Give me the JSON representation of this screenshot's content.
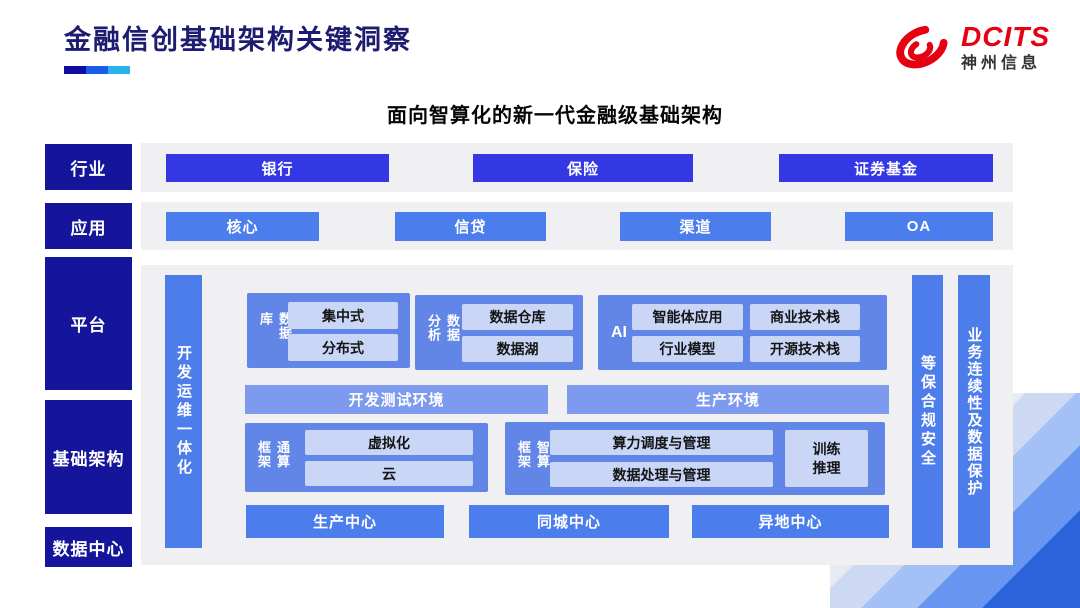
{
  "header": {
    "title": "金融信创基础架构关键洞察",
    "logo": {
      "brand": "DCITS",
      "company": "神州信息"
    }
  },
  "subtitle": "面向智算化的新一代金融级基础架构",
  "rows": {
    "industry": {
      "label": "行业",
      "items": [
        "银行",
        "保险",
        "证券基金"
      ]
    },
    "application": {
      "label": "应用",
      "items": [
        "核心",
        "信贷",
        "渠道",
        "OA"
      ]
    }
  },
  "side": {
    "platform": "平台",
    "infrastructure": "基础架构",
    "datacenter": "数据中心"
  },
  "platform": {
    "devops_bar": "开发运维一体化",
    "security_bar": "等保合规安全",
    "continuity_bar": "业务连续性及数据保护",
    "database": {
      "label": "数据库",
      "items": [
        "集中式",
        "分布式"
      ]
    },
    "analytics": {
      "label": "数据分析",
      "items": [
        "数据仓库",
        "数据湖"
      ]
    },
    "ai": {
      "label": "AI",
      "items": [
        "智能体应用",
        "商业技术栈",
        "行业模型",
        "开源技术栈"
      ]
    },
    "environments": [
      "开发测试环境",
      "生产环境"
    ],
    "general_compute": {
      "label": "通算框架",
      "items": [
        "虚拟化",
        "云"
      ]
    },
    "intelligent_compute": {
      "label": "智算框架",
      "items": [
        "算力调度与管理",
        "数据处理与管理"
      ],
      "side_chip_lines": [
        "训练",
        "推理"
      ]
    },
    "centers": [
      "生产中心",
      "同城中心",
      "异地中心"
    ]
  },
  "colors": {
    "title_navy": "#1E1C70",
    "label_navy": "#15159B",
    "industry_blue": "#3437E4",
    "medium_blue": "#4B7EEC",
    "section_blue": "#6285E8",
    "env_blue": "#7E9AEF",
    "chip_blue": "#C9D6F6",
    "panel_gray": "#F0F0F2",
    "logo_red": "#E60012",
    "underline": [
      "#0D0DA0",
      "#1B5CE8",
      "#27B2EA"
    ]
  }
}
